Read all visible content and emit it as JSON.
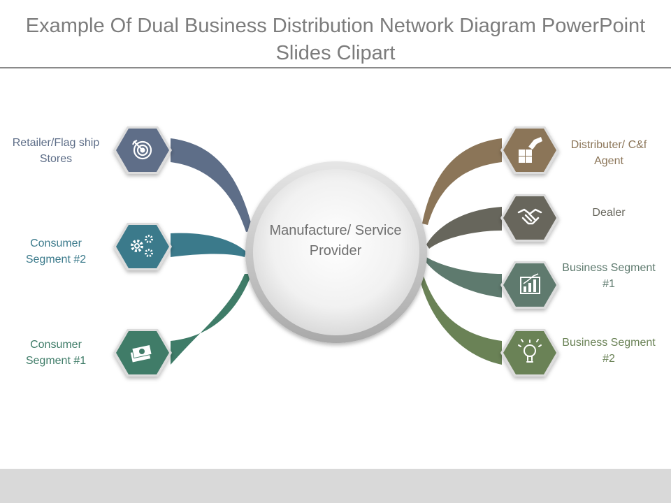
{
  "title": "Example Of Dual Business Distribution Network Diagram PowerPoint Slides Clipart",
  "center": {
    "label": "Manufacture/ Service Provider"
  },
  "left_nodes": [
    {
      "label": "Retailer/Flag ship Stores",
      "icon": "target-icon",
      "color": "#5e6e88"
    },
    {
      "label": "Consumer Segment #2",
      "icon": "gears-icon",
      "color": "#3b7a8b"
    },
    {
      "label": "Consumer Segment #1",
      "icon": "money-icon",
      "color": "#3f7c68"
    }
  ],
  "right_nodes": [
    {
      "label": "Distributer/ C&f Agent",
      "icon": "puzzle-hand-icon",
      "color": "#8b7558"
    },
    {
      "label": "Dealer",
      "icon": "handshake-icon",
      "color": "#67665c"
    },
    {
      "label": "Business Segment #1",
      "icon": "bar-chart-icon",
      "color": "#5e7a6e"
    },
    {
      "label": "Business Segment #2",
      "icon": "lightbulb-icon",
      "color": "#6a8256"
    }
  ]
}
